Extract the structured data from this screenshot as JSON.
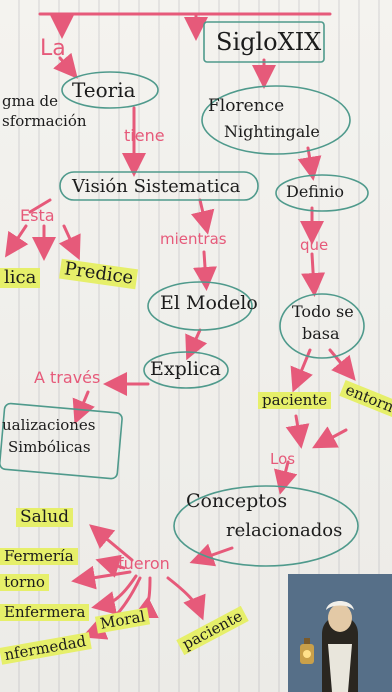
{
  "nodes": {
    "la": "La",
    "siglo": "SigloXIX",
    "teoria": "Teoria",
    "paradigma": "gma de",
    "transformacion": "sformación",
    "florence": "Florence",
    "nightingale": "Nightingale",
    "tiene": "tiene",
    "vision": "Visión Sistematica",
    "definio": "Definio",
    "esta": "Esta",
    "mientras": "mientras",
    "que": "que",
    "explica_left": "lica",
    "predice": "Predice",
    "modelo": "El Modelo",
    "todo_se": "Todo se",
    "basa": "basa",
    "explica": "Explica",
    "atraves": "A través",
    "paciente": "paciente",
    "entorno": "entorno",
    "visualizaciones": "ualizaciones",
    "simbolicas": "Simbólicas",
    "los": "Los",
    "conceptos": "Conceptos",
    "relacionados": "relacionados",
    "salud": "Salud",
    "enfermeria": "Fermería",
    "fueron": "fueron",
    "entorno2": "torno",
    "enfermera": "Enfermera",
    "enfermedad": "nfermedad",
    "moral": "Moral",
    "paciente2": "paciente"
  },
  "colors": {
    "ink": "#1c1c1c",
    "pink": "#e65a7a",
    "highlight": "#e6ef6a"
  }
}
